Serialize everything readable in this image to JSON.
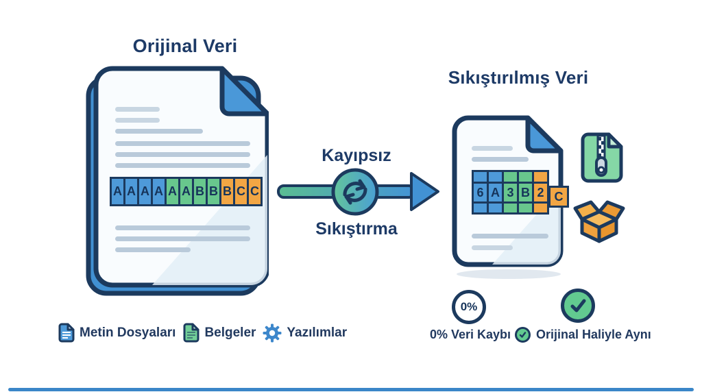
{
  "left": {
    "title": "Orijinal Veri",
    "cells": [
      {
        "char": "A",
        "color": "blue"
      },
      {
        "char": "A",
        "color": "blue"
      },
      {
        "char": "A",
        "color": "blue"
      },
      {
        "char": "A",
        "color": "blue"
      },
      {
        "char": "A",
        "color": "green"
      },
      {
        "char": "A",
        "color": "green"
      },
      {
        "char": "B",
        "color": "green"
      },
      {
        "char": "B",
        "color": "green"
      },
      {
        "char": "B",
        "color": "orange"
      },
      {
        "char": "C",
        "color": "orange"
      },
      {
        "char": "C",
        "color": "orange"
      }
    ]
  },
  "center": {
    "label_top": "Kayıpsız",
    "label_bottom": "Sıkıştırma",
    "icon": "refresh-arrows-icon"
  },
  "right": {
    "title": "Sıkıştırılmış Veri",
    "columns": [
      {
        "color": "blue",
        "char": "6"
      },
      {
        "color": "blue",
        "char": "A"
      },
      {
        "color": "green",
        "char": "3"
      },
      {
        "color": "green",
        "char": "B"
      },
      {
        "color": "orange",
        "char": "2"
      }
    ],
    "overflow_cell": {
      "color": "orange",
      "char": "C"
    },
    "side_icons": [
      "zip-file-icon",
      "package-box-icon"
    ]
  },
  "footer_left": {
    "items": [
      {
        "icon": "text-file-icon",
        "label": "Metin Dosyaları"
      },
      {
        "icon": "document-icon",
        "label": "Belgeler"
      },
      {
        "icon": "gear-icon",
        "label": "Yazılımlar"
      }
    ]
  },
  "footer_right": {
    "loss_badge": "0%",
    "loss_label": "0% Veri Kaybı",
    "same_label": "Orijinal Haliyle Aynı",
    "check_icon": "check-icon"
  },
  "colors": {
    "navy_outline": "#1c3a5e",
    "text_navy": "#1f3a63",
    "cell_blue": "#4e9ad9",
    "cell_green": "#68c78d",
    "cell_orange": "#f2a644",
    "page_fill": "#f9fcfe",
    "back_page_blue": "#4190d2",
    "fold_blue": "#4a98d8",
    "line_gray": "#b9cada",
    "arrow_green": "#5abd92",
    "arrow_blue": "#4494d6",
    "zip_green": "#85d7a6",
    "box_orange": "#f0a13d",
    "check_green": "#62ca90",
    "gear_blue": "#3d87cb",
    "bottom_bar_blue": "#3a86c8"
  }
}
